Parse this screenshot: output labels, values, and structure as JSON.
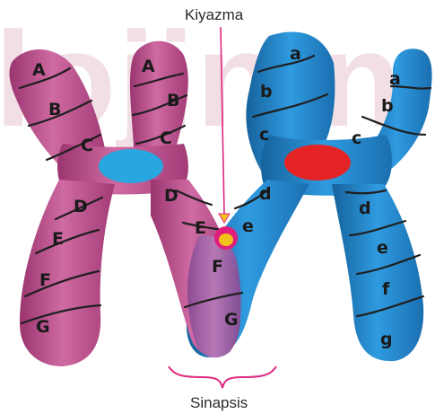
{
  "watermark": "lojin.n",
  "labels": {
    "top": "Kiyazma",
    "bottom": "Sinapsis"
  },
  "colors": {
    "maternal": "#c2528f",
    "maternal_dark": "#9a3570",
    "paternal": "#2488cf",
    "paternal_dark": "#16629c",
    "centromere_left": "#27a6df",
    "centromere_right": "#e42424",
    "overlap": "#a764a6",
    "chiasma_outer": "#e01f7d",
    "chiasma_inner": "#f2c21a",
    "callout_line": "#e0277f"
  },
  "bands": {
    "left_chromosome": [
      "A",
      "B",
      "C",
      "D",
      "E",
      "F",
      "G"
    ],
    "right_arm_of_left_chromosome": [
      "A",
      "B",
      "C",
      "D",
      "E",
      "F",
      "G"
    ],
    "left_arm_of_right_chromosome": [
      "a",
      "b",
      "c",
      "d",
      "e"
    ],
    "right_chromosome": [
      "a",
      "b",
      "c",
      "d",
      "e",
      "f",
      "g"
    ]
  }
}
